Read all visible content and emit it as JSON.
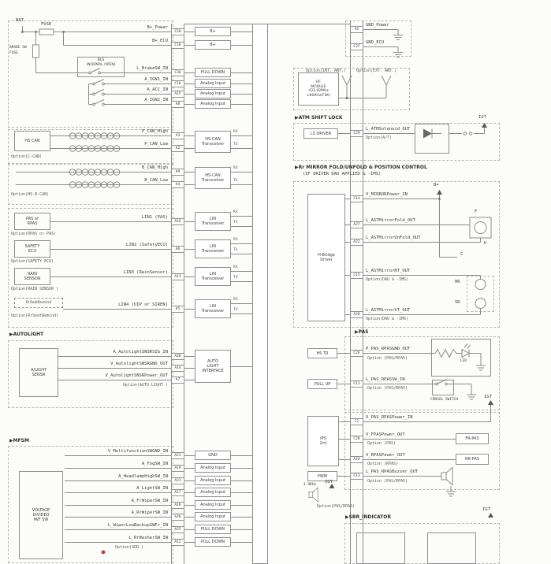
{
  "colors": {
    "wire": "#8a8a8a",
    "text": "#3a3a3a",
    "accent_red": "#c23b2e"
  },
  "ecu": {
    "rx": "RX",
    "tx": "TX",
    "box_bplus": "B+",
    "box_pull_down": "PULL DOWN",
    "box_pull_up": "PULL UP",
    "box_analog": "Analog Input",
    "box_gnd": "GND",
    "hs_can_1": "HS-CAN",
    "hs_can_2": "Transceiver",
    "lin_1": "LIN",
    "lin_2": "Transceiver",
    "auto_light_1": "AUTO",
    "auto_light_2": "LIGHT",
    "auto_light_3": "INTERFACE",
    "ls_driver": "LS DRIVER",
    "hs_tr": "HS TR",
    "ips_1": "IPS",
    "ips_2": "2ch",
    "pwm": "PWM",
    "hbridge_1": "H-Bridge",
    "hbridge_2": "Driver"
  },
  "power": {
    "bat": "BAT",
    "fuse": "FUSE",
    "brake_fuse_1": "BRAKE SW",
    "brake_fuse_2": "FUSE",
    "bls_1": "BLS",
    "bls_2": "(NORMAL OPEN)",
    "rows": [
      {
        "label": "B+_Power",
        "pin": "C20"
      },
      {
        "label": "B+_ECU",
        "pin": "C18"
      },
      {
        "label": "L_BrakeSW_IN",
        "pin": "C36"
      },
      {
        "label": "A_IGN1_IN",
        "pin": "C16"
      },
      {
        "label": "A_ACC_IN",
        "pin": "A15"
      },
      {
        "label": "A_IGN2_IN",
        "pin": "A8"
      }
    ]
  },
  "can": {
    "source": "HS CAN",
    "g1_high": "P_CAN_High",
    "g1_high_pin": "A3",
    "g1_low": "P_CAN_Low",
    "g1_low_pin": "A2",
    "g1_option": "Option(C-CAN)",
    "g2_high": "B_CAN_High",
    "g2_high_pin": "A9",
    "g2_low": "B_CAN_Low",
    "g2_low_pin": "A4",
    "g2_option": "Option(HS-B-CAN)"
  },
  "lin": {
    "rows": [
      {
        "src1": "PAS or",
        "src2": "RPAS",
        "bus": "LIN1 (PAS)",
        "pin": "A16",
        "option": "Option(RPAS or PAS)"
      },
      {
        "src1": "SAFETY",
        "src2": "ECU",
        "bus": "LIN2 (SafetyECU)",
        "pin": "A6",
        "option": "Option(SAFETY ECU)"
      },
      {
        "src1": "RAIN",
        "src2": "SENSOR",
        "bus": "LIN3 (RainSensor)",
        "pin": "A13",
        "option": "Option(RAIN SENSOR )"
      },
      {
        "src": "RrSeatRemind",
        "bus": "LIN4 (UIP or SIREN)",
        "pin": "A5",
        "option": "Option(RrSeatRemind)"
      }
    ]
  },
  "autolight": {
    "header": "▶AUTOLIGHT",
    "sensor_1": "A/LIGHT",
    "sensor_2": "SENSR",
    "rows": [
      {
        "label": "A_AutolightSNSRSIG_IN",
        "pin": "A20"
      },
      {
        "label": "V_AutolightSNSRGND_OUT",
        "pin": "A14"
      },
      {
        "label": "V_AutolightSNSRPower_OUT",
        "pin": "A7"
      }
    ],
    "option": "Option(AUTO LIGHT )"
  },
  "mfsm": {
    "header": "▶MFSM",
    "sw_1": "VOLTAGE",
    "sw_2": "DIVIDED",
    "sw_3": "M/F SW",
    "rows": [
      {
        "label": "V_MultifunctionSWGND_IN",
        "pin": "A21"
      },
      {
        "label": "A_FogSW_IN",
        "pin": "A19"
      },
      {
        "label": "A_HeadlampHighSW_IN",
        "pin": "A23"
      },
      {
        "label": "A_LightSW_IN",
        "pin": "A17"
      },
      {
        "label": "A_FrWiperSW_IN",
        "pin": "A18"
      },
      {
        "label": "A_RrWiperSW_IN",
        "pin": "A26"
      },
      {
        "label": "L_WiperLowBackupSWFr_IN",
        "pin": "A25"
      },
      {
        "label": "L_RrWasherSW_IN",
        "pin": "A12"
      }
    ],
    "option_sdr": "Option(SDR )"
  },
  "ground": {
    "rows": [
      {
        "label": "GND_Power",
        "pin": "A1"
      },
      {
        "label": "GND_ECU",
        "pin": "C37"
      }
    ]
  },
  "rf": {
    "l1": "RF",
    "l2": "MODULE",
    "l3": "433.92MHz",
    "l4": "±80KHz(FSK)",
    "opt_int": "Option(INT. ANT.)",
    "opt_ext": "Option(EXT. ANT.)"
  },
  "atm": {
    "header": "▶ATM SHIFT LOCK",
    "label": "L_ATMSolenoid_OUT",
    "pin": "C29",
    "option": "Option(A/T)",
    "igt": "IGT"
  },
  "mirror": {
    "header": "▶Rr MIRROR FOLD/UNFOLD & POSITION CONTROL",
    "header2": "(IF DRIVER DAU APPLIED & -IMS)",
    "bplus": "B+",
    "rows": [
      {
        "label": "V_MIRRORPower_IN",
        "pin": "C14"
      },
      {
        "label": "L_ASTMirrorFold_OUT",
        "pin": "A27"
      },
      {
        "label": "L_ASTMirrorUnFold_OUT",
        "pin": "A22"
      },
      {
        "label": "L_ASTMirrorRT_OUT",
        "pin": "C15",
        "option": "Option(DAU & -IMS)"
      },
      {
        "label": "L_ASTMirrorVT_OUT",
        "pin": "A28",
        "option": "Option(DAU & -IMS)"
      }
    ],
    "t_f": "F",
    "t_u": "U",
    "t_c": "C",
    "t_hr": "HR",
    "t_vr": "VR"
  },
  "pas": {
    "header": "▶PAS",
    "led": "LED",
    "consol": "CONSOL SWITCH",
    "igt": "IGT",
    "fr": "FR-PAS",
    "rr": "RR-PAS",
    "freq": "1.9KHz",
    "opt_buzzer": "Option(PAS/RPAS)",
    "rows": [
      {
        "label": "P_PAS_RPASGND_OUT",
        "pin": "C26",
        "option": "Option (PAS/RPAS)"
      },
      {
        "label": "L_PAS_RPASSW_IN",
        "pin": "C12",
        "option": "Option (PAS/RPAS)"
      },
      {
        "label": "V_PAS_RPASPower_IN",
        "pin": "C2"
      },
      {
        "label": "V_FPASPower_OUT",
        "pin": "C28",
        "option": "Option (PAS)"
      },
      {
        "label": "V_RPASPower_OUT",
        "pin": "A24",
        "option": "Option (RPAS)"
      },
      {
        "label": "L_PAS_RPASBuzzer_OUT",
        "pin": "C13",
        "option": "Option (PAS/RPAS)"
      }
    ]
  },
  "sbr": {
    "header": "▶SBR_INDICATOR",
    "igt": "IGT"
  }
}
